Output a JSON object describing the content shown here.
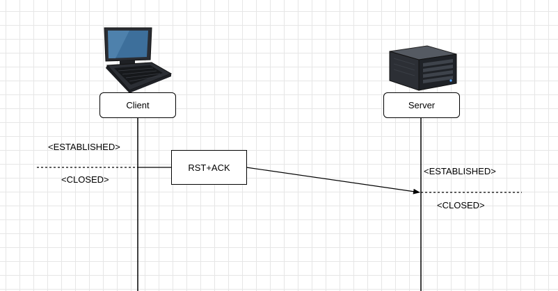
{
  "actors": {
    "client": {
      "label": "Client",
      "icon": "laptop-icon"
    },
    "server": {
      "label": "Server",
      "icon": "server-icon"
    }
  },
  "message": {
    "label": "RST+ACK"
  },
  "client_states": {
    "before": "<ESTABLISHED>",
    "after": "<CLOSED>"
  },
  "server_states": {
    "before": "<ESTABLISHED>",
    "after": "<CLOSED>"
  },
  "colors": {
    "line": "#000000",
    "grid": "#e6e6e6",
    "background": "#ffffff"
  }
}
